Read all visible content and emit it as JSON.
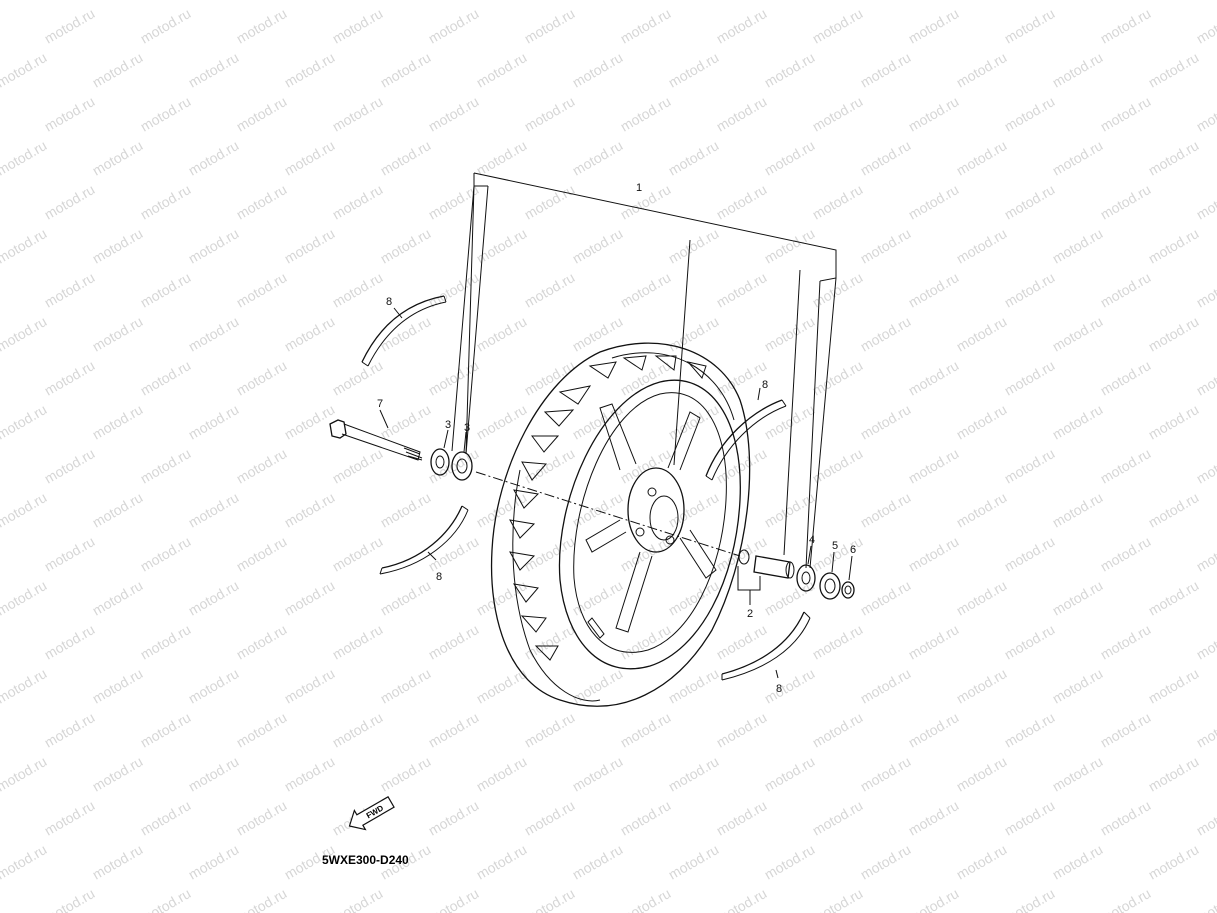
{
  "watermark": {
    "text": "motod.ru"
  },
  "drawing_code": "5WXE300-D240",
  "fwd_arrow": {
    "label": "FWD"
  },
  "callouts": {
    "wheel_assembly": "1",
    "collar": "2",
    "bearing_left_outer": "3",
    "bearing_left_inner": "3",
    "bearing_right": "4",
    "oil_seal": "5",
    "axle_nut": "6",
    "wheel_axle": "7",
    "tape_upper_left": "8",
    "tape_lower_left": "8",
    "tape_upper_right": "8",
    "tape_lower_right": "8"
  }
}
